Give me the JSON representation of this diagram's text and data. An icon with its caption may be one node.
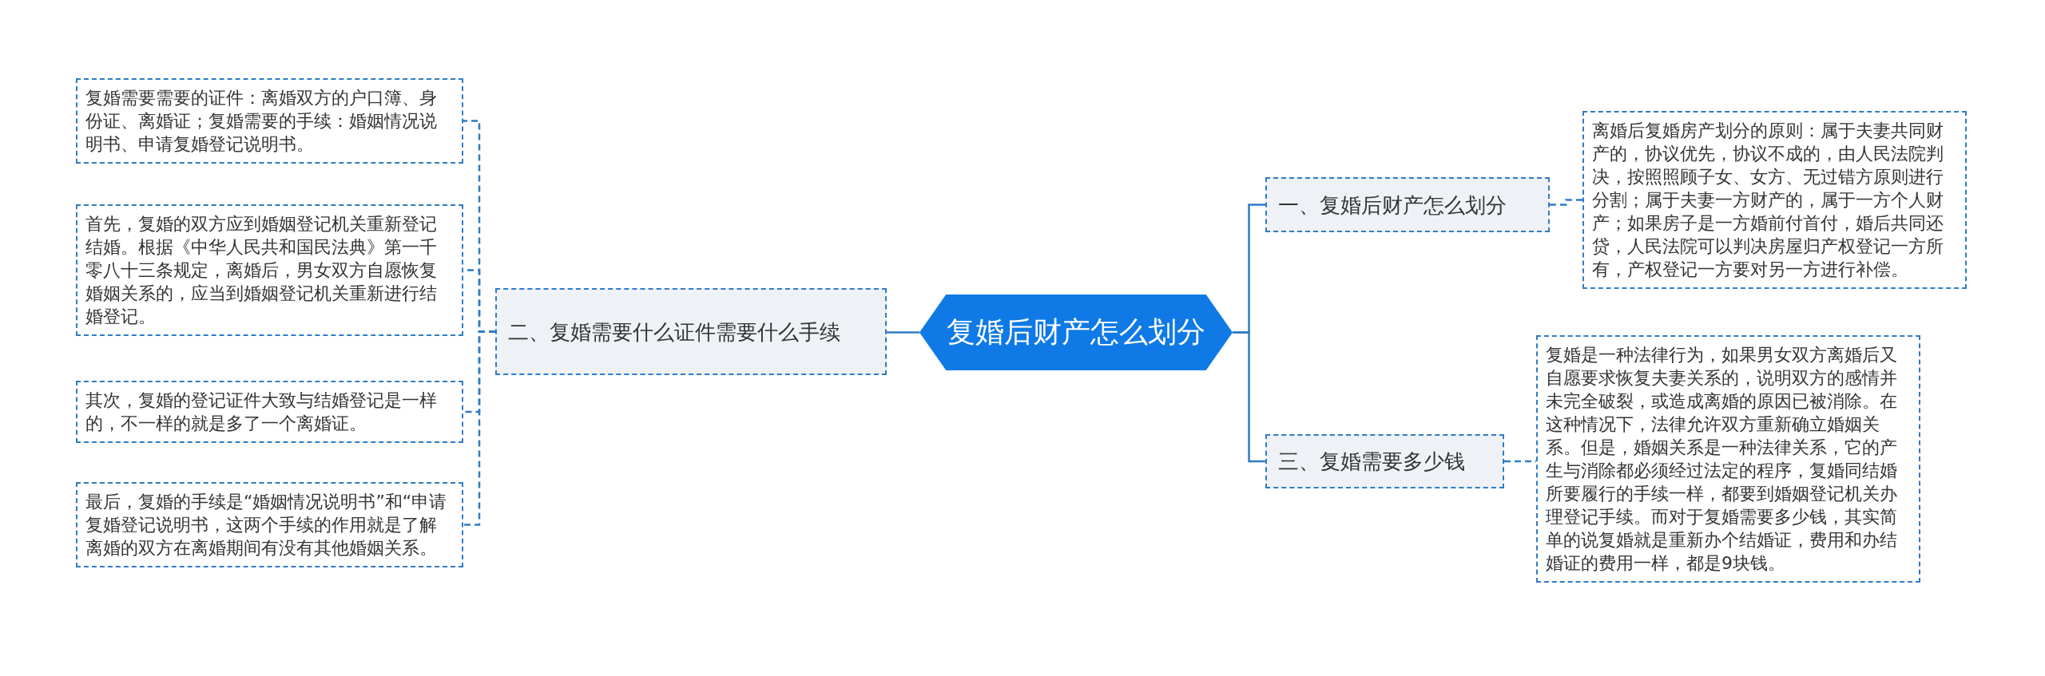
{
  "diagram": {
    "nodes": [
      {
        "text": [
          "复婚后财产怎么划分"
        ]
      },
      {
        "text": [
          "一、复婚后财产怎么划分"
        ]
      },
      {
        "text": [
          "离婚后复婚房产划分的原则：属于夫妻共同财产的，协议优先，协议不成的，由人民法院判决，按照照顾子女、女方、无过错方原则进行分割；属于夫妻一方财产的，属于一方个人财产；如果房子是一方婚前付首付，婚后共同还贷，人民法院可以判决房屋归产权登记一方所有，产权登记一方要对另一方进行补偿。"
        ]
      },
      {
        "text": [
          "二、复婚需要什么证件需要什么手续"
        ]
      },
      {
        "text": [
          "复婚需要需要的证件：离婚双方的户口簿、身份证、离婚证；复婚需要的手续：婚姻情况说明书、申请复婚登记说明书。"
        ]
      },
      {
        "text": [
          "首先，复婚的双方应到婚姻登记机关重新登记结婚。根据《中华人民共和国民法典》第一千零八十三条规定，离婚后，男女双方自愿恢复婚姻关系的，应当到婚姻登记机关重新进行结婚登记。"
        ]
      },
      {
        "text": [
          "其次，复婚的登记证件大致与结婚登记是一样的，不一样的就是多了一个离婚证。"
        ]
      },
      {
        "text": [
          "最后，复婚的手续是“婚姻情况说明书”和“申请复婚登记说明书，这两个手续的作用就是了解离婚的双方在离婚期间有没有其他婚姻关系。"
        ]
      },
      {
        "text": [
          "三、复婚需要多少钱"
        ]
      },
      {
        "text": [
          "复婚是一种法律行为，如果男女双方离婚后又自愿要求恢复夫妻关系的，说明双方的感情并未完全破裂，或造成离婚的原因已被消除。在这种情况下，法律允许双方重新确立婚姻关系。但是，婚姻关系是一种法律关系，它的产生与消除都必须经过法定的程序，复婚同结婚所要履行的手续一样，都要到婚姻登记机关办理登记手续。而对于复婚需要多少钱，其实简单的说复婚就是重新办个结婚证，费用和办结婚证的费用一样，都是9块钱。"
        ]
      }
    ],
    "edges": [
      {
        "from": 0,
        "to": 1,
        "arrow": "none"
      },
      {
        "from": 1,
        "to": 2,
        "arrow": "none",
        "style": "dashed"
      },
      {
        "from": 0,
        "to": 3,
        "arrow": "none"
      },
      {
        "from": 3,
        "to": 4,
        "arrow": "none",
        "style": "dashed"
      },
      {
        "from": 3,
        "to": 5,
        "arrow": "none",
        "style": "dashed"
      },
      {
        "from": 3,
        "to": 6,
        "arrow": "none",
        "style": "dashed"
      },
      {
        "from": 3,
        "to": 7,
        "arrow": "none",
        "style": "dashed"
      },
      {
        "from": 0,
        "to": 8,
        "arrow": "none"
      },
      {
        "from": 8,
        "to": 9,
        "arrow": "none",
        "style": "dashed"
      }
    ]
  }
}
